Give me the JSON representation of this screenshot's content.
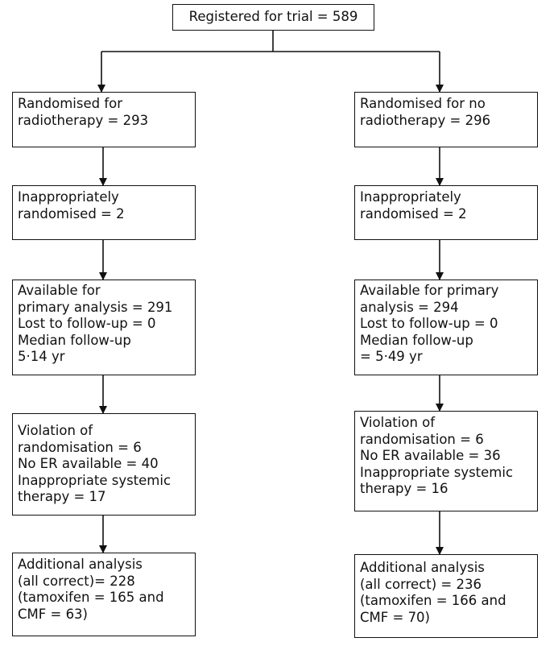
{
  "top": {
    "lines": [
      "Registered for trial = 589"
    ]
  },
  "left": [
    {
      "lines": [
        "Randomised for",
        "radiotherapy = 293"
      ]
    },
    {
      "lines": [
        "Inappropriately",
        "randomised = 2"
      ]
    },
    {
      "lines": [
        "Available for",
        "primary analysis = 291",
        "Lost to follow-up = 0",
        "Median follow-up",
        "5·14 yr"
      ]
    },
    {
      "lines": [
        "Violation of",
        "randomisation = 6",
        "No ER available = 40",
        "Inappropriate systemic",
        "therapy = 17"
      ]
    },
    {
      "lines": [
        "Additional analysis",
        "(all correct)= 228",
        "(tamoxifen = 165 and",
        "CMF = 63)"
      ]
    }
  ],
  "right": [
    {
      "lines": [
        "Randomised for no",
        "radiotherapy = 296"
      ]
    },
    {
      "lines": [
        "Inappropriately",
        "randomised = 2"
      ]
    },
    {
      "lines": [
        "Available for primary",
        "analysis = 294",
        "Lost to follow-up = 0",
        "Median follow-up",
        " = 5·49 yr"
      ]
    },
    {
      "lines": [
        "Violation of",
        "randomisation = 6",
        "No ER available = 36",
        "Inappropriate systemic",
        "therapy = 16"
      ]
    },
    {
      "lines": [
        "Additional analysis",
        "(all correct) = 236",
        "(tamoxifen = 166 and",
        "CMF = 70)"
      ]
    }
  ]
}
